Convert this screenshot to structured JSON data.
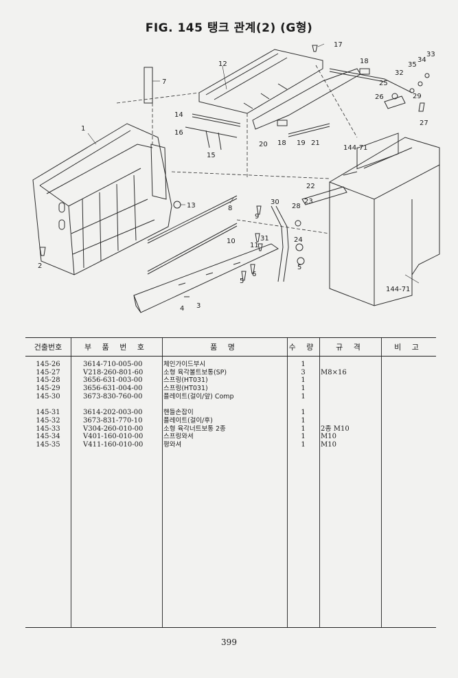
{
  "figure": {
    "title": "FIG. 145 탱크 관계(2) (G형)",
    "callouts": [
      "1",
      "2",
      "3",
      "4",
      "5",
      "5",
      "6",
      "7",
      "8",
      "9",
      "10",
      "11",
      "12",
      "13",
      "14",
      "15",
      "16",
      "17",
      "18",
      "18",
      "19",
      "20",
      "21",
      "22",
      "23",
      "24",
      "25",
      "26",
      "27",
      "28",
      "29",
      "30",
      "31",
      "32",
      "33",
      "34",
      "35",
      "144-71",
      "144-71"
    ]
  },
  "table": {
    "headers": [
      "건출번호",
      "부 품 번 호",
      "품 명",
      "수 량",
      "규 격",
      "비 고"
    ],
    "rows": [
      {
        "no": "145-26",
        "code": "3614-710-005-00",
        "name": "체인가이드부시",
        "qty": "1",
        "spec": "",
        "remark": ""
      },
      {
        "no": "145-27",
        "code": "V218-260-801-60",
        "name": "소형 육각볼트보통(SP)",
        "qty": "3",
        "spec": "M8×16",
        "remark": ""
      },
      {
        "no": "145-28",
        "code": "3656-631-003-00",
        "name": "스프링(HT031)",
        "qty": "1",
        "spec": "",
        "remark": ""
      },
      {
        "no": "145-29",
        "code": "3656-631-004-00",
        "name": "스프링(HT031)",
        "qty": "1",
        "spec": "",
        "remark": ""
      },
      {
        "no": "145-30",
        "code": "3673-830-760-00",
        "name": "플레이트(걸이/앞) Comp",
        "qty": "1",
        "spec": "",
        "remark": ""
      },
      {
        "no": "",
        "code": "",
        "name": "",
        "qty": "",
        "spec": "",
        "remark": ""
      },
      {
        "no": "145-31",
        "code": "3614-202-003-00",
        "name": "핸들손잡이",
        "qty": "1",
        "spec": "",
        "remark": ""
      },
      {
        "no": "145-32",
        "code": "3673-831-770-10",
        "name": "플레이트(걸이/후)",
        "qty": "1",
        "spec": "",
        "remark": ""
      },
      {
        "no": "145-33",
        "code": "V304-260-010-00",
        "name": "소형 육각너트보통 2종",
        "qty": "1",
        "spec": "2종 M10",
        "remark": ""
      },
      {
        "no": "145-34",
        "code": "V401-160-010-00",
        "name": "스프링와셔",
        "qty": "1",
        "spec": "M10",
        "remark": ""
      },
      {
        "no": "145-35",
        "code": "V411-160-010-00",
        "name": "평와셔",
        "qty": "1",
        "spec": "M10",
        "remark": ""
      }
    ]
  },
  "page_number": "399"
}
